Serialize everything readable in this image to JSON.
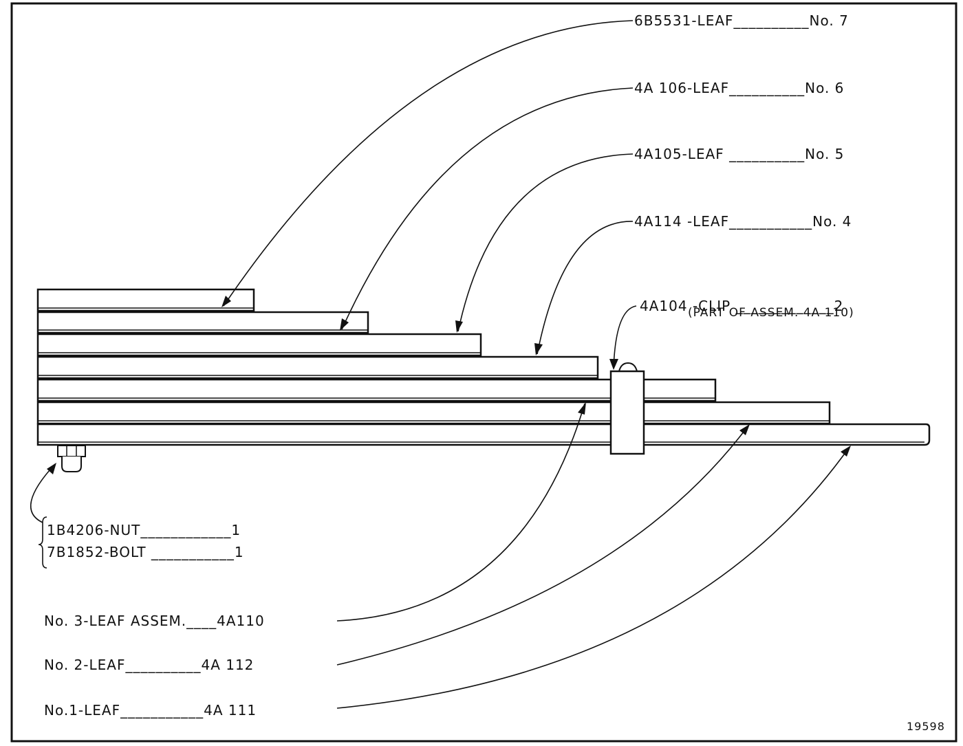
{
  "labels": {
    "leaf7": "6B5531-LEAF__________No. 7",
    "leaf6": "4A 106-LEAF__________No. 6",
    "leaf5": "4A105-LEAF __________No. 5",
    "leaf4": "4A114 -LEAF___________No. 4",
    "clip_line1": "4A104 -CLIP _____________2",
    "clip_line2": "(PART OF ASSEM. 4A 110)",
    "nut": "1B4206-NUT____________1",
    "bolt": "7B1852-BOLT ___________1",
    "leaf3": "No. 3-LEAF  ASSEM.____4A110",
    "leaf2": "No. 2-LEAF__________4A 112",
    "leaf1": "No.1-LEAF___________4A 111",
    "figure_number": "19598"
  },
  "colors": {
    "ink": "#111111",
    "paper": "#ffffff"
  }
}
